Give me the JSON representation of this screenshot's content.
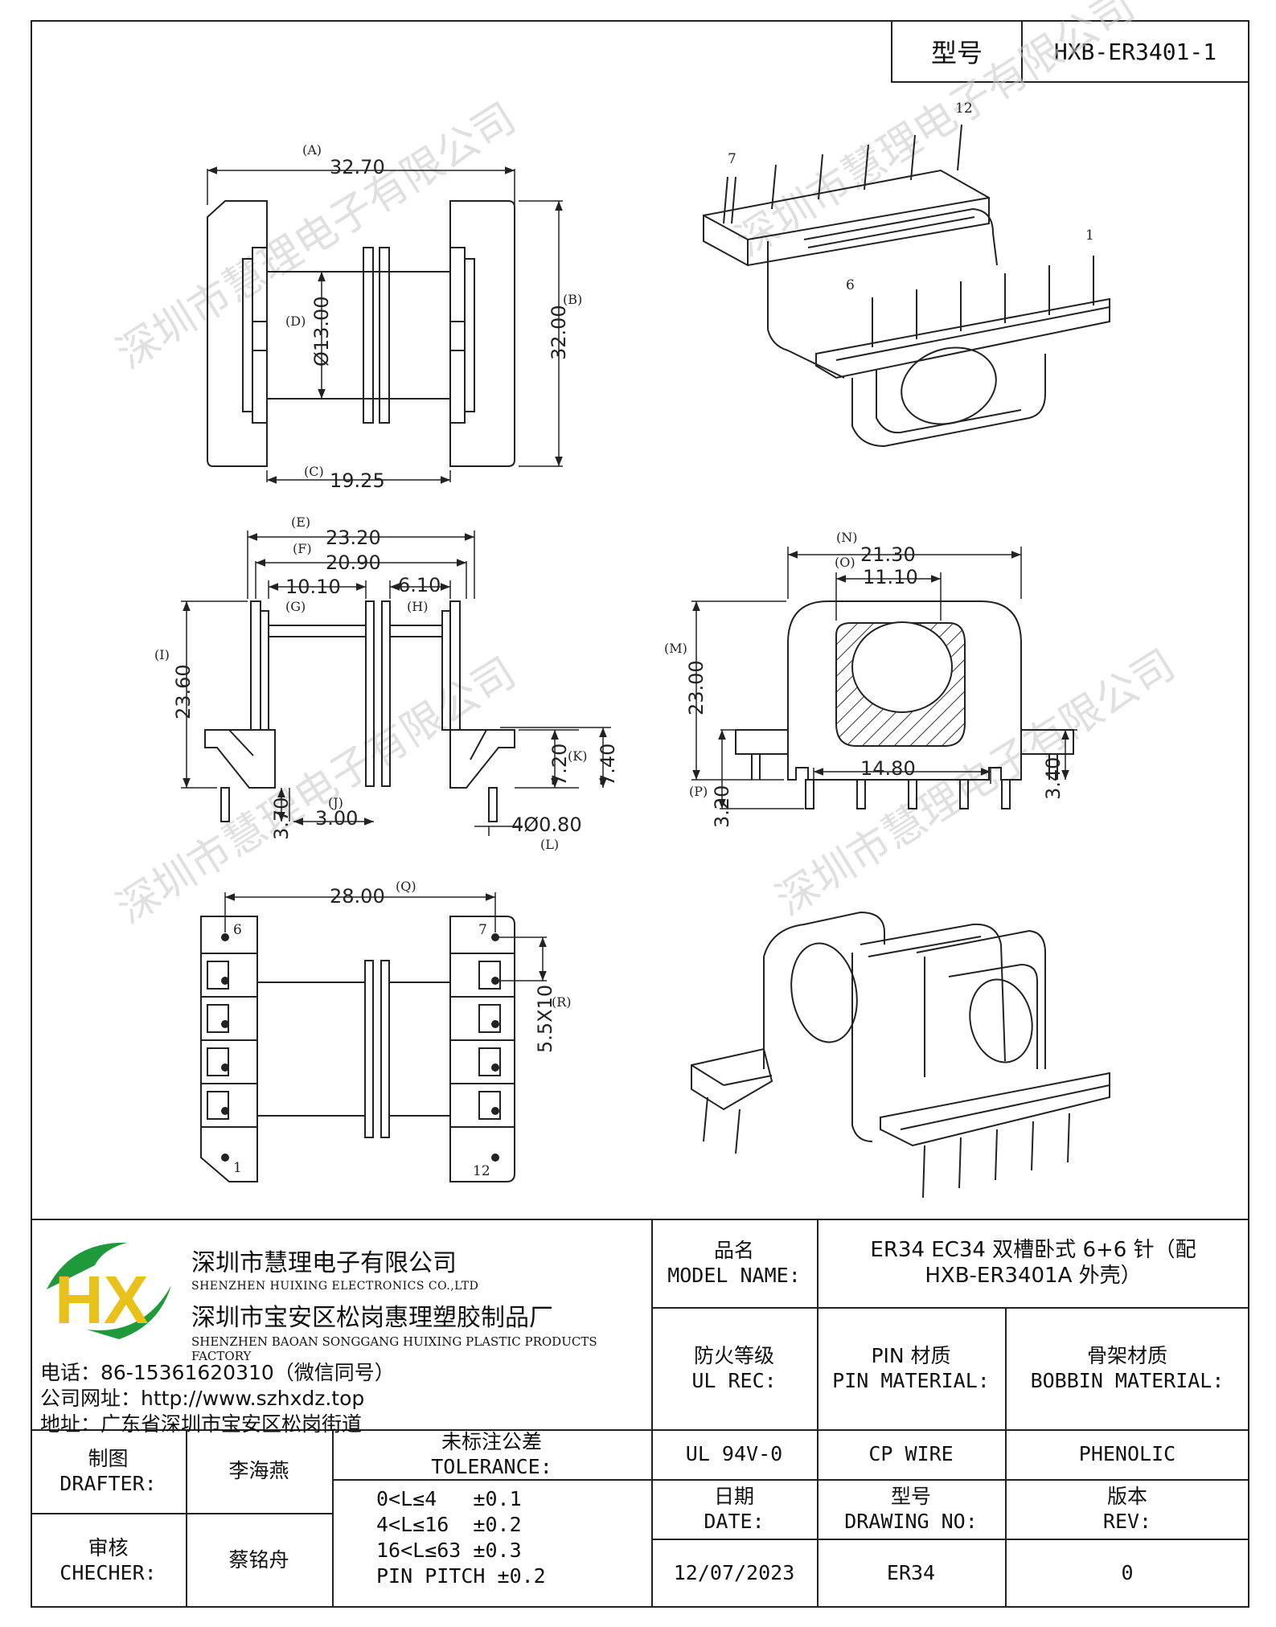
{
  "model_box": {
    "label": "型号",
    "value": "HXB-ER3401-1"
  },
  "dimensions": {
    "A": "32.70",
    "B": "32.00",
    "C": "19.25",
    "D": "Ø13.00",
    "E": "23.20",
    "F": "20.90",
    "G": "10.10",
    "H": "6.10",
    "I": "23.60",
    "J": "3.00",
    "K": "7.20",
    "K2": "7.40",
    "J2": "3.70",
    "L": "4Ø0.80",
    "M": "23.00",
    "N": "21.30",
    "O": "11.10",
    "P": "3.20",
    "P2": "3.40",
    "W": "14.80",
    "Q": "28.00",
    "R": "5.5X10"
  },
  "labels": {
    "A": "(A)",
    "B": "(B)",
    "C": "(C)",
    "D": "(D)",
    "E": "(E)",
    "F": "(F)",
    "G": "(G)",
    "H": "(H)",
    "I": "(I)",
    "J": "(J)",
    "K": "(K)",
    "L": "(L)",
    "M": "(M)",
    "N": "(N)",
    "O": "(O)",
    "P": "(P)",
    "Q": "(Q)",
    "R": "(R)"
  },
  "pins": {
    "p1": "1",
    "p6": "6",
    "p7": "7",
    "p12": "12",
    "iso7": "7",
    "iso12": "12",
    "iso1": "1",
    "iso6": "6"
  },
  "watermark": "深圳市慧理电子有限公司",
  "company": {
    "name_cn": "深圳市慧理电子有限公司",
    "name_en": "SHENZHEN HUIXING ELECTRONICS CO.,LTD",
    "factory_cn": "深圳市宝安区松岗惠理塑胶制品厂",
    "factory_en": "SHENZHEN BAOAN SONGGANG HUIXING PLASTIC PRODUCTS FACTORY",
    "tel": "电话：86-15361620310（微信同号）",
    "web": "公司网址：http://www.szhxdz.top",
    "address": "地址：广东省深圳市宝安区松岗街道",
    "logo_text": "HX"
  },
  "title_block": {
    "model_name_cn": "品名",
    "model_name_en": "MODEL NAME:",
    "model_name_value_1": "ER34 EC34 双槽卧式 6+6 针（配",
    "model_name_value_2": "HXB-ER3401A 外壳）",
    "ul_cn": "防火等级",
    "ul_en": "UL REC:",
    "pin_cn": "PIN 材质",
    "pin_en": "PIN MATERIAL:",
    "bobbin_cn": "骨架材质",
    "bobbin_en": "BOBBIN MATERIAL:",
    "ul_value": "UL 94V-0",
    "pin_value": "CP WIRE",
    "bobbin_value": "PHENOLIC",
    "drafter_cn": "制图",
    "drafter_en": "DRAFTER:",
    "drafter_name": "李海燕",
    "checker_cn": "审核",
    "checker_en": "CHECHER:",
    "checker_name": "蔡铭舟",
    "tolerance_cn": "未标注公差",
    "tolerance_en": "TOLERANCE:",
    "tol_1": "0<L≤4   ±0.1",
    "tol_2": "4<L≤16  ±0.2",
    "tol_3": "16<L≤63 ±0.3",
    "tol_4": "PIN PITCH ±0.2",
    "date_cn": "日期",
    "date_en": "DATE:",
    "date_value": "12/07/2023",
    "drawing_cn": "型号",
    "drawing_en": "DRAWING NO:",
    "drawing_value": "ER34",
    "rev_cn": "版本",
    "rev_en": "REV:",
    "rev_value": "0"
  }
}
